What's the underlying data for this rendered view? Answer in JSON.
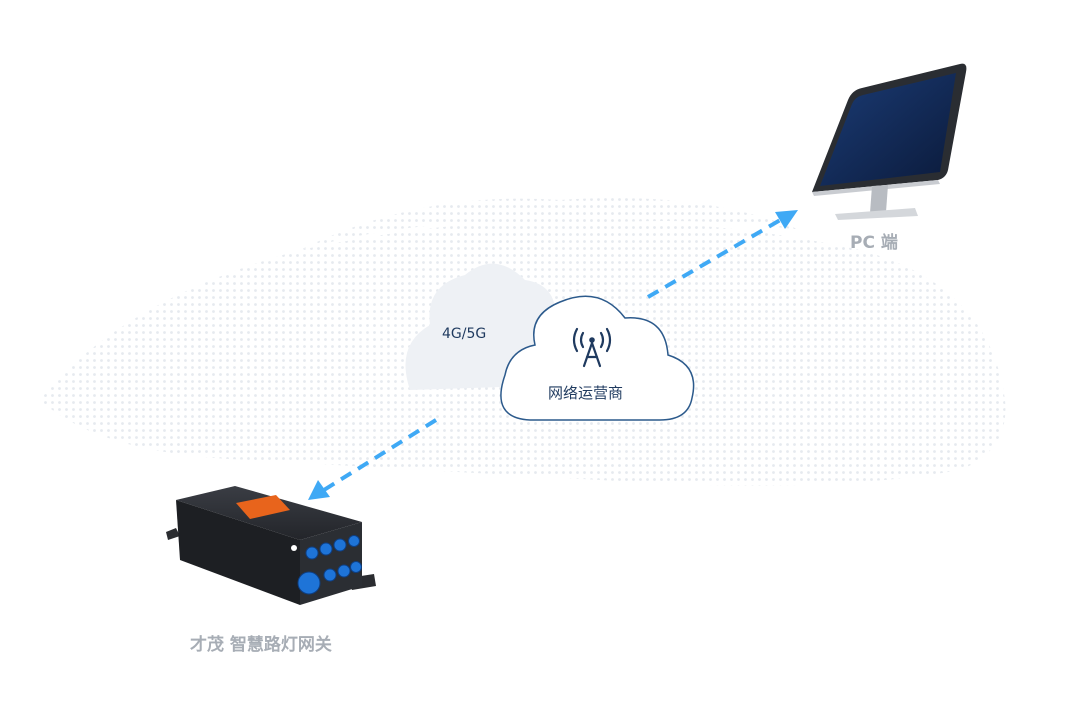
{
  "nodes": {
    "pc": {
      "label": "PC 端"
    },
    "gateway": {
      "label": "才茂 智慧路灯网关"
    },
    "network": {
      "label": "4G/5G"
    },
    "operator": {
      "label": "网络运营商",
      "icon": "signal-tower-icon"
    }
  },
  "colors": {
    "arrow": "#3fa9f5",
    "cloud_outline": "#2c5a8c",
    "label_gray": "#a7adb5",
    "label_dark": "#1f3a5f"
  }
}
